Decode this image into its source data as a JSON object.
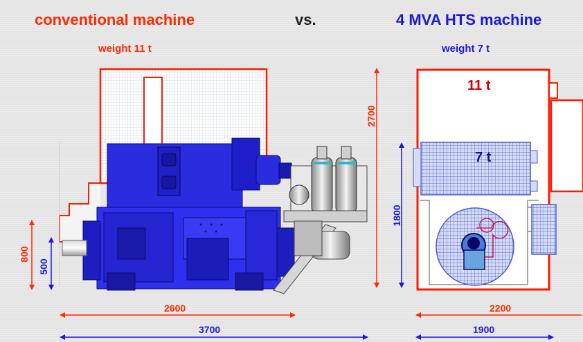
{
  "headers": {
    "left_title": "conventional machine",
    "vs": "vs.",
    "right_title": "4 MVA HTS machine",
    "left_weight": "weight 11 t",
    "right_weight": "weight 7 t"
  },
  "labels": {
    "big_box_weight": "11 t",
    "small_box_weight": "7 t"
  },
  "dimensions": {
    "height_800": "800",
    "height_500": "500",
    "height_2700": "2700",
    "height_1800": "1800",
    "width_2600": "2600",
    "width_3700": "3700",
    "width_2200": "2200",
    "width_1900": "1900"
  },
  "colors": {
    "red": "#ff2a00",
    "blue": "#1a1ad6",
    "machine_blue": "#2323d8"
  }
}
